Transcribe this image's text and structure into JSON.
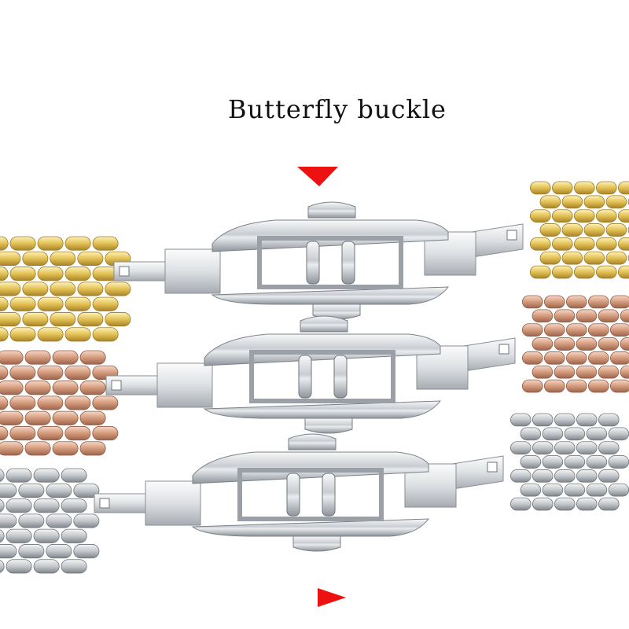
{
  "title": "Butterfly buckle",
  "colors": {
    "gold": "#e6c65a",
    "rose_gold": "#d9a486",
    "silver": "#c8ccd0",
    "arrow": "#ee1111",
    "clasp_steel": "#d6d9dd"
  },
  "straps": [
    {
      "finish": "gold"
    },
    {
      "finish": "rose_gold"
    },
    {
      "finish": "silver"
    }
  ],
  "arrows": [
    {
      "direction": "down"
    },
    {
      "direction": "right"
    }
  ]
}
